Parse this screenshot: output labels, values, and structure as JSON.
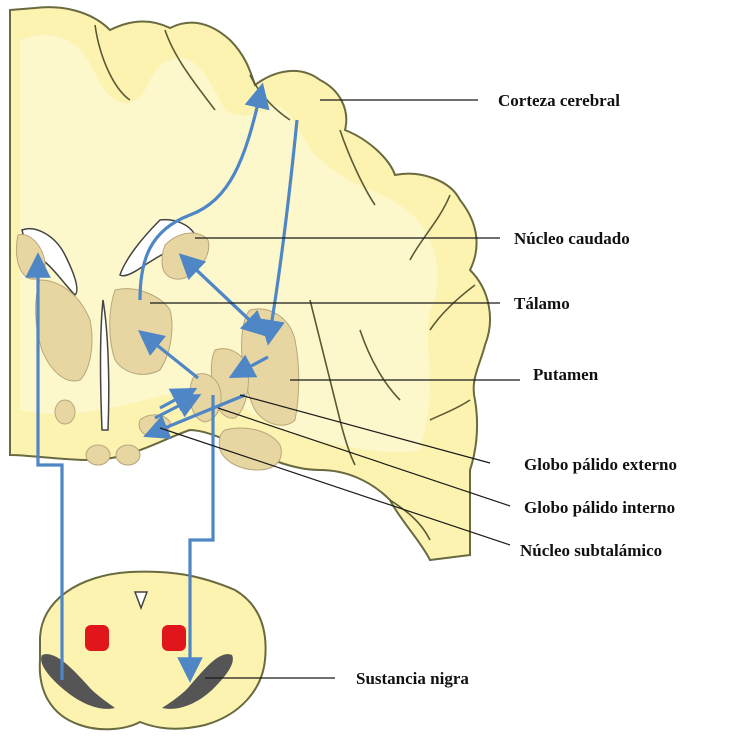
{
  "labels": {
    "cortex": "Corteza cerebral",
    "caudate": "Núcleo caudado",
    "thalamus": "Tálamo",
    "putamen": "Putamen",
    "gpe": "Globo pálido externo",
    "gpi": "Globo pálido interno",
    "stn": "Núcleo subtalámico",
    "sn": "Sustancia nigra"
  },
  "colors": {
    "tissue": "#fdf3b0",
    "nucleus": "#e8d6a2",
    "pathway_arrow": "#4f86c6",
    "red_nucleus": "#e0161c",
    "substantia_nigra": "#555555"
  }
}
